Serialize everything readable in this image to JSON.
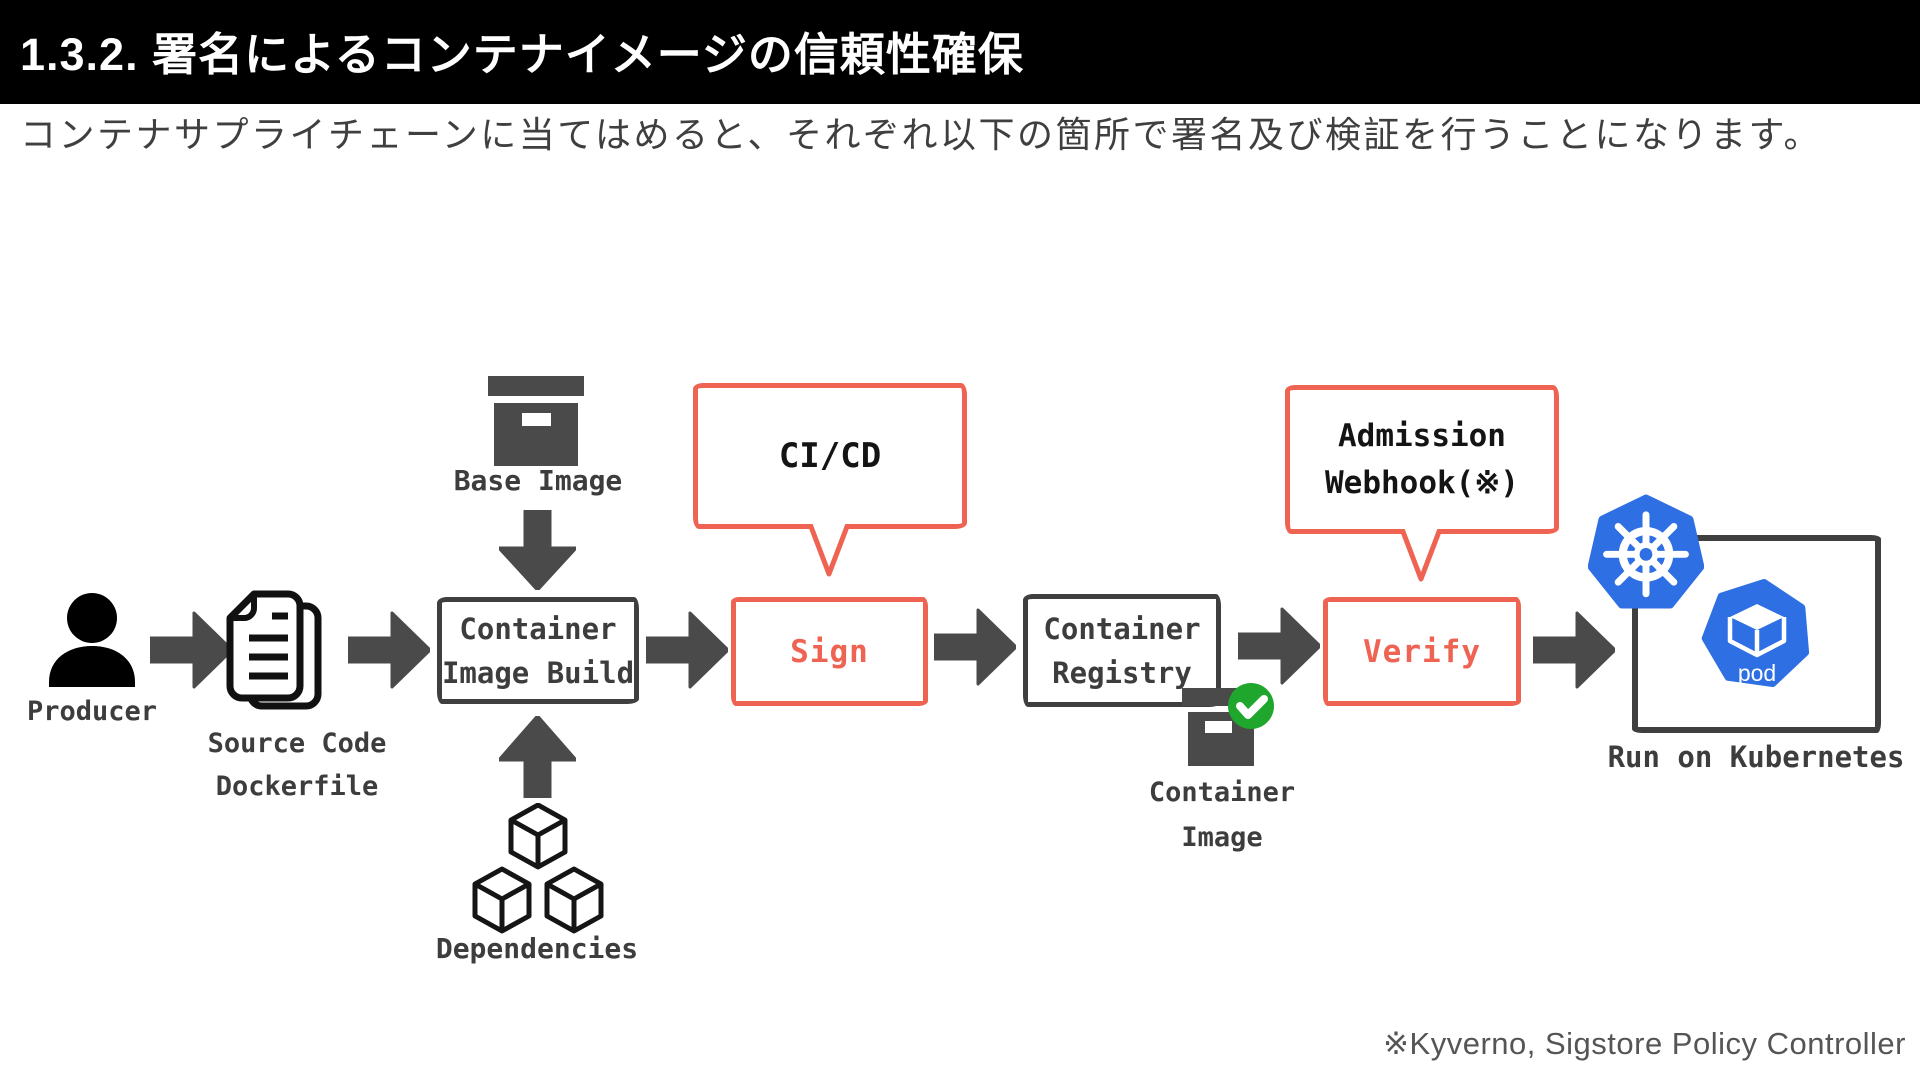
{
  "slide": {
    "title": "1.3.2. 署名によるコンテナイメージの信頼性確保",
    "subtitle": "コンテナサプライチェーンに当てはめると、それぞれ以下の箇所で署名及び検証を行うことになります。",
    "footnote": "※Kyverno, Sigstore Policy Controller"
  },
  "diagram": {
    "producer": {
      "label": "Producer",
      "icon": "person-icon"
    },
    "source_code": {
      "line1": "Source Code",
      "line2": "Dockerfile",
      "icon": "documents-icon"
    },
    "base_image": {
      "label": "Base Image",
      "icon": "archive-box-icon"
    },
    "build_box": {
      "line1": "Container",
      "line2": "Image Build"
    },
    "cicd_bubble": {
      "label": "CI/CD"
    },
    "sign_box": {
      "label": "Sign"
    },
    "registry_box": {
      "line1": "Container",
      "line2": "Registry"
    },
    "container_image": {
      "line1": "Container",
      "line2": "Image",
      "icon": "archive-box-icon",
      "status_icon": "check-circle-icon"
    },
    "admission_bubble": {
      "line1": "Admission",
      "line2": "Webhook(※)"
    },
    "verify_box": {
      "label": "Verify"
    },
    "dependencies": {
      "label": "Dependencies",
      "icon": "cubes-icon"
    },
    "kubernetes": {
      "label": "Run on Kubernetes",
      "pod_label": "pod",
      "logo_icon": "kubernetes-wheel-icon",
      "pod_icon": "pod-cube-icon"
    }
  },
  "colors": {
    "title_bar_bg": "#000000",
    "title_text": "#ffffff",
    "body_text": "#3f3f3f",
    "diagram_dark": "#4a4a4a",
    "accent_red": "#ee6352",
    "status_green": "#1ea62d",
    "kubernetes_blue": "#2e6fe3",
    "footnote_gray": "#555555"
  }
}
